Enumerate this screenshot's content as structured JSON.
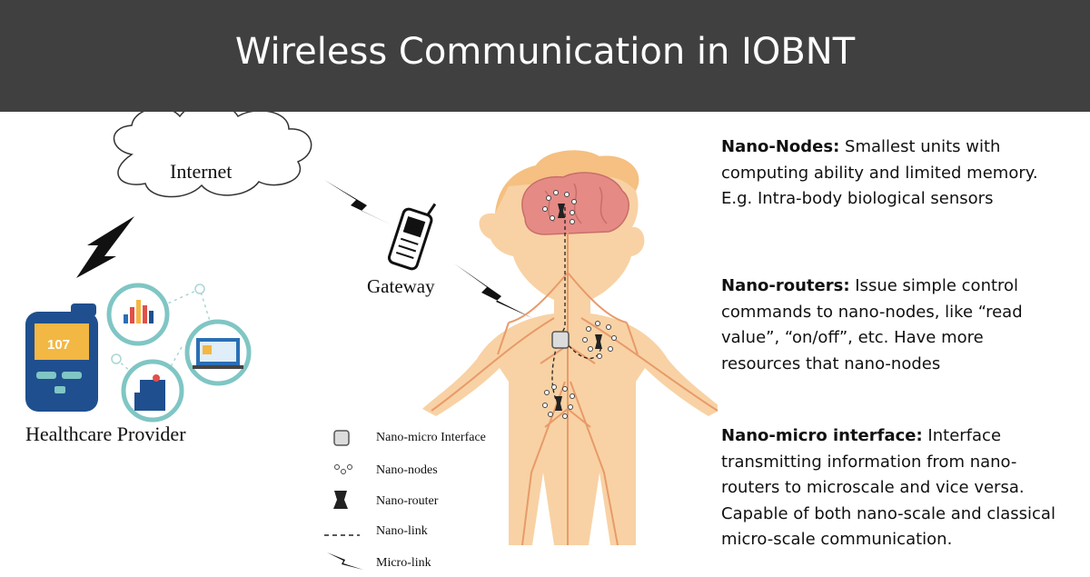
{
  "title": "Wireless Communication in IOBNT",
  "labels": {
    "internet": "Internet",
    "gateway": "Gateway",
    "healthcare": "Healthcare Provider",
    "device_reading": "107"
  },
  "legend": [
    {
      "label": "Nano-micro Interface",
      "icon": "interface-square-icon"
    },
    {
      "label": "Nano-nodes",
      "icon": "nano-nodes-icon"
    },
    {
      "label": "Nano-router",
      "icon": "nano-router-icon"
    },
    {
      "label": "Nano-link",
      "icon": "dashed-line-icon"
    },
    {
      "label": "Micro-link",
      "icon": "lightning-icon"
    }
  ],
  "descriptions": [
    {
      "term": "Nano-Nodes:",
      "text": " Smallest units with computing ability and limited memory. E.g. Intra-body biological sensors"
    },
    {
      "term": "Nano-routers:",
      "text": " Issue simple control commands to nano-nodes, like “read value”, “on/off”, etc. Have more resources that nano-nodes"
    },
    {
      "term": "Nano-micro interface:",
      "text": " Interface transmitting information from nano-routers to microscale and vice versa. Capable of both nano-scale and classical micro-scale communication."
    }
  ],
  "colors": {
    "banner": "#404040",
    "body": "#f8d2a4",
    "nerve": "#e89a6a",
    "device": "#1f4f8f",
    "device_screen": "#f3b743",
    "teal": "#7fc6c4"
  }
}
